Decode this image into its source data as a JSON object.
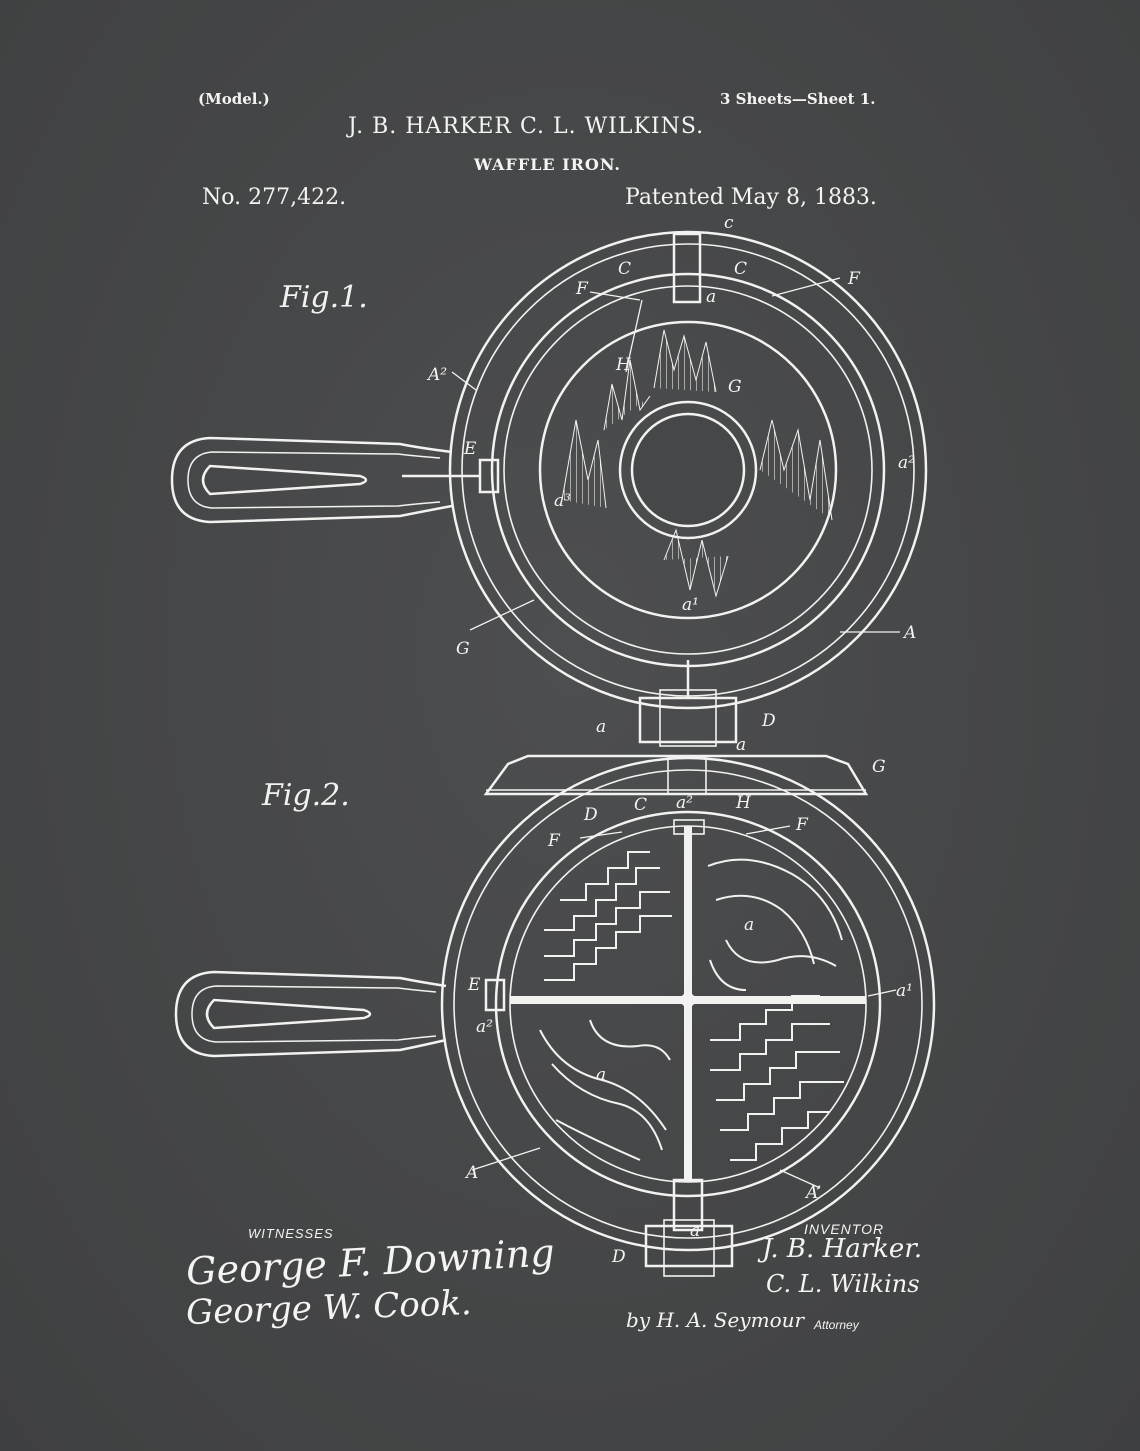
{
  "header": {
    "model": "(Model.)",
    "sheets": "3 Sheets—Sheet 1.",
    "inventors": "J. B. HARKER C. L. WILKINS.",
    "title": "WAFFLE IRON.",
    "patent_number": "No. 277,422.",
    "patent_date": "Patented May 8, 1883."
  },
  "figures": {
    "fig1": "Fig.1.",
    "fig2": "Fig.2."
  },
  "labels": {
    "c_top": "c",
    "C_left": "C",
    "C_right": "C",
    "F_left": "F",
    "F_right": "F",
    "a_top": "a",
    "H": "H",
    "G_center": "G",
    "A2_left": "A²",
    "E_left": "E",
    "a2_right": "a²",
    "a3_center": "a³",
    "a1_bottom": "a¹",
    "G_bottom": "G",
    "A_right": "A",
    "a_hinge": "a",
    "D_hinge": "D",
    "a_below": "a",
    "G_lid": "G",
    "D2": "D",
    "C2": "C",
    "a2_fig2": "a²",
    "H2": "H",
    "F2_left": "F",
    "F2_right": "F",
    "E2": "E",
    "a2_left2": "a²",
    "a_quad_tr": "a",
    "a_quad_bl": "a",
    "a1_right2": "a¹",
    "A_left2": "A",
    "A1_right2": "A’",
    "a_bottom2": "a",
    "D_bottom2": "D"
  },
  "signatures": {
    "witnesses_label": "WITNESSES",
    "witness1": "George F. Downing",
    "witness2": "George W. Cook.",
    "inventor_label": "INVENTOR",
    "inventor1": "J. B. Harker.",
    "inventor2": "C. L. Wilkins",
    "attorney": "by H. A. Seymour",
    "attorney_label": "Attorney"
  },
  "colors": {
    "background": "#464748",
    "ink": "#f4f4f2"
  }
}
